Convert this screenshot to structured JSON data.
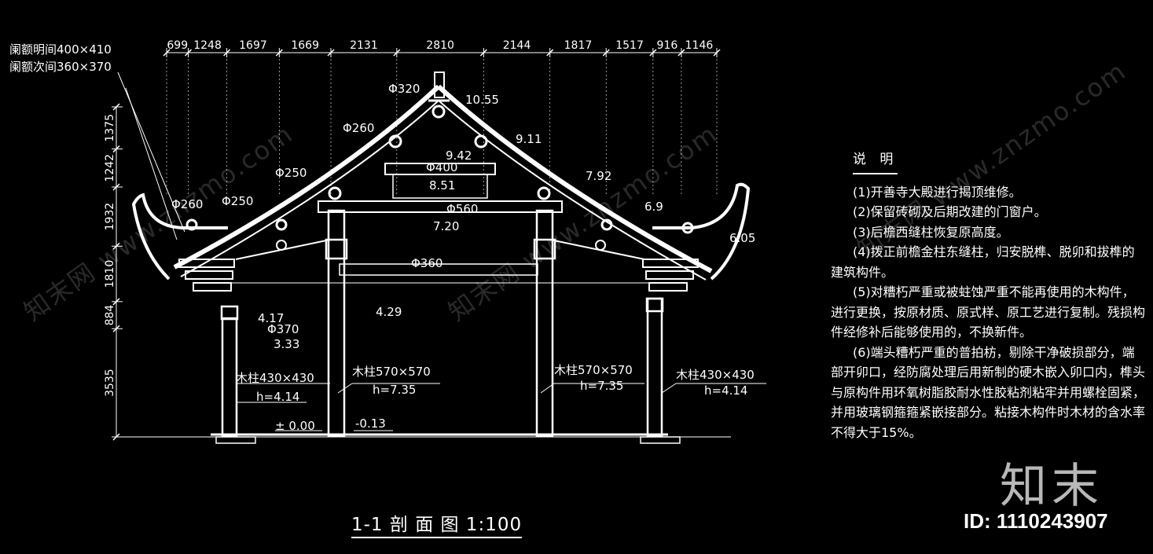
{
  "top_dimensions": [
    "699",
    "1248",
    "1697",
    "1669",
    "2131",
    "2810",
    "2144",
    "1817",
    "1517",
    "916",
    "1146"
  ],
  "left_dimensions": [
    "1375",
    "1242",
    "1932",
    "1810",
    "884",
    "3535"
  ],
  "annotations": {
    "lan_e_ming": "阑额明间400×410",
    "lan_e_ci": "阑额次间360×370",
    "d320": "Φ320",
    "h1055": "10.55",
    "d260_top": "Φ260",
    "h911": "9.11",
    "h942": "9.42",
    "d400": "Φ400",
    "h851": "8.51",
    "d250_upper": "Φ250",
    "h792": "7.92",
    "d260_left": "Φ260",
    "d250_left": "Φ250",
    "d560": "Φ560",
    "h720": "7.20",
    "h69": "6.9",
    "h605": "6.05",
    "d360": "Φ360",
    "h429": "4.29",
    "h417": "4.17",
    "d370": "Φ370",
    "h333": "3.33",
    "col_outer_left": "木柱430×430",
    "col_outer_left_h": "h=4.14",
    "col_inner_left": "木柱570×570",
    "col_inner_left_h": "h=7.35",
    "col_inner_right": "木柱570×570",
    "col_inner_right_h": "h=7.35",
    "col_outer_right": "木柱430×430",
    "col_outer_right_h": "h=4.14",
    "ground": "± 0.00",
    "neg013": "-0.13"
  },
  "notes": {
    "heading": "说 明",
    "items": [
      "(1)开善寺大殿进行揭顶维修。",
      "(2)保留砖砌及后期改建的门窗户。",
      "(3)后檐西缝柱恢复原高度。",
      "(4)拨正前檐金柱东缝柱，归安脱榫、脱卯和拔榫的建筑构件。",
      "(5)对糟朽严重或被蛀蚀严重不能再使用的木构件，进行更换，按原材质、原式样、原工艺进行复制。残损构件经修补后能够使用的，不换新件。",
      "(6)端头糟朽严重的普拍枋，剔除干净破损部分，端部开卯口，经防腐处理后用新制的硬木嵌入卯口内，榫头与原构件用环氧树脂胶耐水性胶粘剂粘牢并用螺栓固紧，并用玻璃钢箍箍紧嵌接部分。粘接木构件时木材的含水率不得大于15%。"
    ]
  },
  "caption": "1-1  剖 面 图 1:100",
  "logo": "知末",
  "image_id": "ID: 1110243907",
  "watermark": "知末网 www.znzmo.com",
  "colors": {
    "background": "#000000",
    "line": "#ffffff"
  }
}
